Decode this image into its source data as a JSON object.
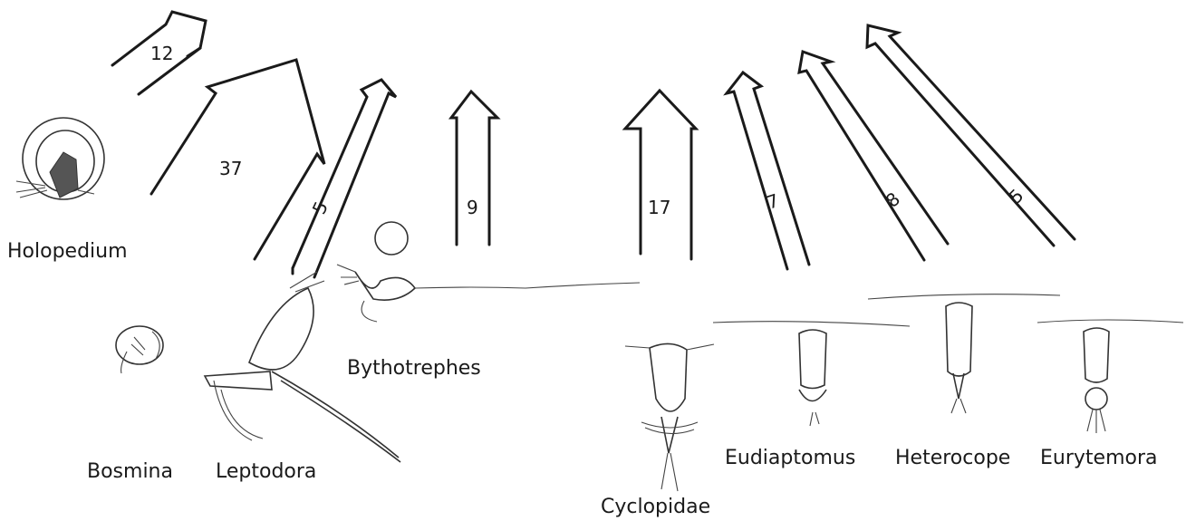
{
  "diagram": {
    "organisms": [
      {
        "id": "holopedium",
        "name": "Holopedium"
      },
      {
        "id": "bosmina",
        "name": "Bosmina"
      },
      {
        "id": "leptodora",
        "name": "Leptodora"
      },
      {
        "id": "bythotrephes",
        "name": "Bythotrephes"
      },
      {
        "id": "cyclopidae",
        "name": "Cyclopidae"
      },
      {
        "id": "eudiaptomus",
        "name": "Eudiaptomus"
      },
      {
        "id": "heterocope",
        "name": "Heterocope"
      },
      {
        "id": "eurytemora",
        "name": "Eurytemora"
      }
    ],
    "arrows": [
      {
        "id": "holopedium",
        "value": "12"
      },
      {
        "id": "bosmina",
        "value": "37"
      },
      {
        "id": "leptodora",
        "value": "5"
      },
      {
        "id": "bythotrephes",
        "value": "9"
      },
      {
        "id": "cyclopidae",
        "value": "17"
      },
      {
        "id": "eudiaptomus",
        "value": "7"
      },
      {
        "id": "heterocope",
        "value": "8"
      },
      {
        "id": "eurytemora",
        "value": "5"
      }
    ]
  }
}
